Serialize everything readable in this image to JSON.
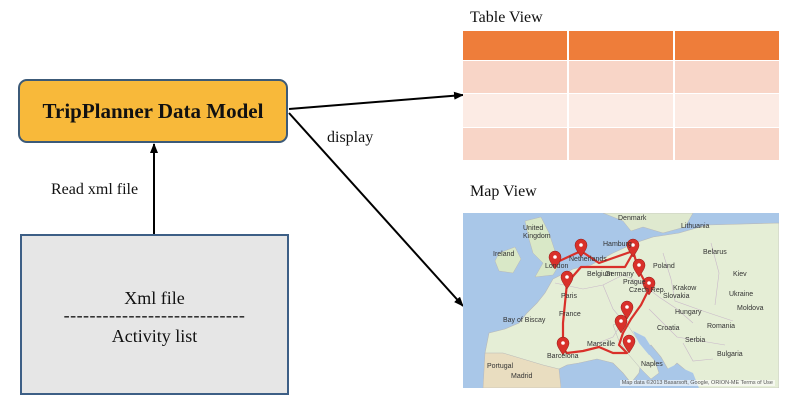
{
  "model": {
    "title": "TripPlanner Data Model",
    "fill": "#f8b93a",
    "border": "#3c5a78"
  },
  "xml_box": {
    "title": "Xml file",
    "divider": "----------------------------",
    "subtitle": "Activity list",
    "fill": "#e6e6e6",
    "border": "#3d5f86"
  },
  "edges": {
    "read": "Read xml file",
    "display": "display"
  },
  "table_view": {
    "label": "Table View",
    "columns": 3,
    "rows": 3,
    "header_color": "#ee7d3a",
    "row_colors": [
      "#f8d5c7",
      "#fcebe4",
      "#f8d5c7"
    ]
  },
  "map_view": {
    "label": "Map View",
    "route_color": "#d9302a",
    "labels": {
      "denmark": "Denmark",
      "lithuania": "Lithuania",
      "united_kingdom": "United\nKingdom",
      "hamburg": "Hamburg",
      "belarus": "Belarus",
      "ireland": "Ireland",
      "netherlands": "Netherlands",
      "london": "London",
      "belgium": "Belgium",
      "germany": "Germany",
      "poland": "Poland",
      "kiev": "Kiev",
      "prague": "Prague",
      "krakow": "Krakow",
      "ukraine": "Ukraine",
      "paris": "Paris",
      "czech_rep": "Czech Rep.",
      "slovakia": "Slovakia",
      "moldova": "Moldova",
      "france": "France",
      "hungary": "Hungary",
      "croatia": "Croatia",
      "romania": "Romania",
      "bay_of_biscay": "Bay of Biscay",
      "serbia": "Serbia",
      "marseille": "Marseille",
      "bulgaria": "Bulgaria",
      "portugal": "Portugal",
      "barcelona": "Barcelona",
      "naples": "Naples",
      "madrid": "Madrid"
    },
    "credit": "Map data ©2013 Basarsoft, Google, ORION-ME  Terms of Use"
  }
}
